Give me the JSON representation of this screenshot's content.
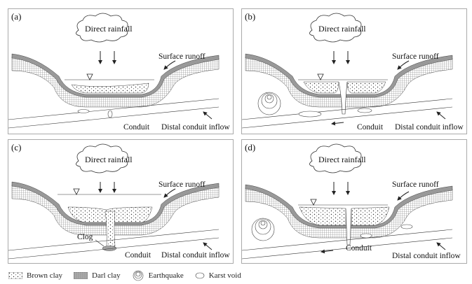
{
  "figure": {
    "panels": [
      {
        "id": "a",
        "label": "(a)",
        "rainfall": "Direct rainfall",
        "runoff": "Surface runoff",
        "conduit": "Conduit",
        "inflow": "Distal conduit inflow"
      },
      {
        "id": "b",
        "label": "(b)",
        "rainfall": "Direct rainfall",
        "runoff": "Surface runoff",
        "conduit": "Conduit",
        "inflow": "Distal conduit inflow"
      },
      {
        "id": "c",
        "label": "(c)",
        "rainfall": "Direct rainfall",
        "runoff": "Surface runoff",
        "conduit": "Conduit",
        "inflow": "Distal conduit inflow",
        "clog": "Clog"
      },
      {
        "id": "d",
        "label": "(d)",
        "rainfall": "Direct rainfall",
        "runoff": "Surface runoff",
        "conduit": "Conduit",
        "inflow": "Distal conduit inflow"
      }
    ],
    "legend": [
      {
        "icon": "brown-clay-swatch",
        "label": "Brown clay"
      },
      {
        "icon": "darl-clay-swatch",
        "label": "Darl  clay"
      },
      {
        "icon": "earthquake-icon",
        "label": "Earthquake"
      },
      {
        "icon": "karst-void-icon",
        "label": "Karst void"
      }
    ]
  }
}
